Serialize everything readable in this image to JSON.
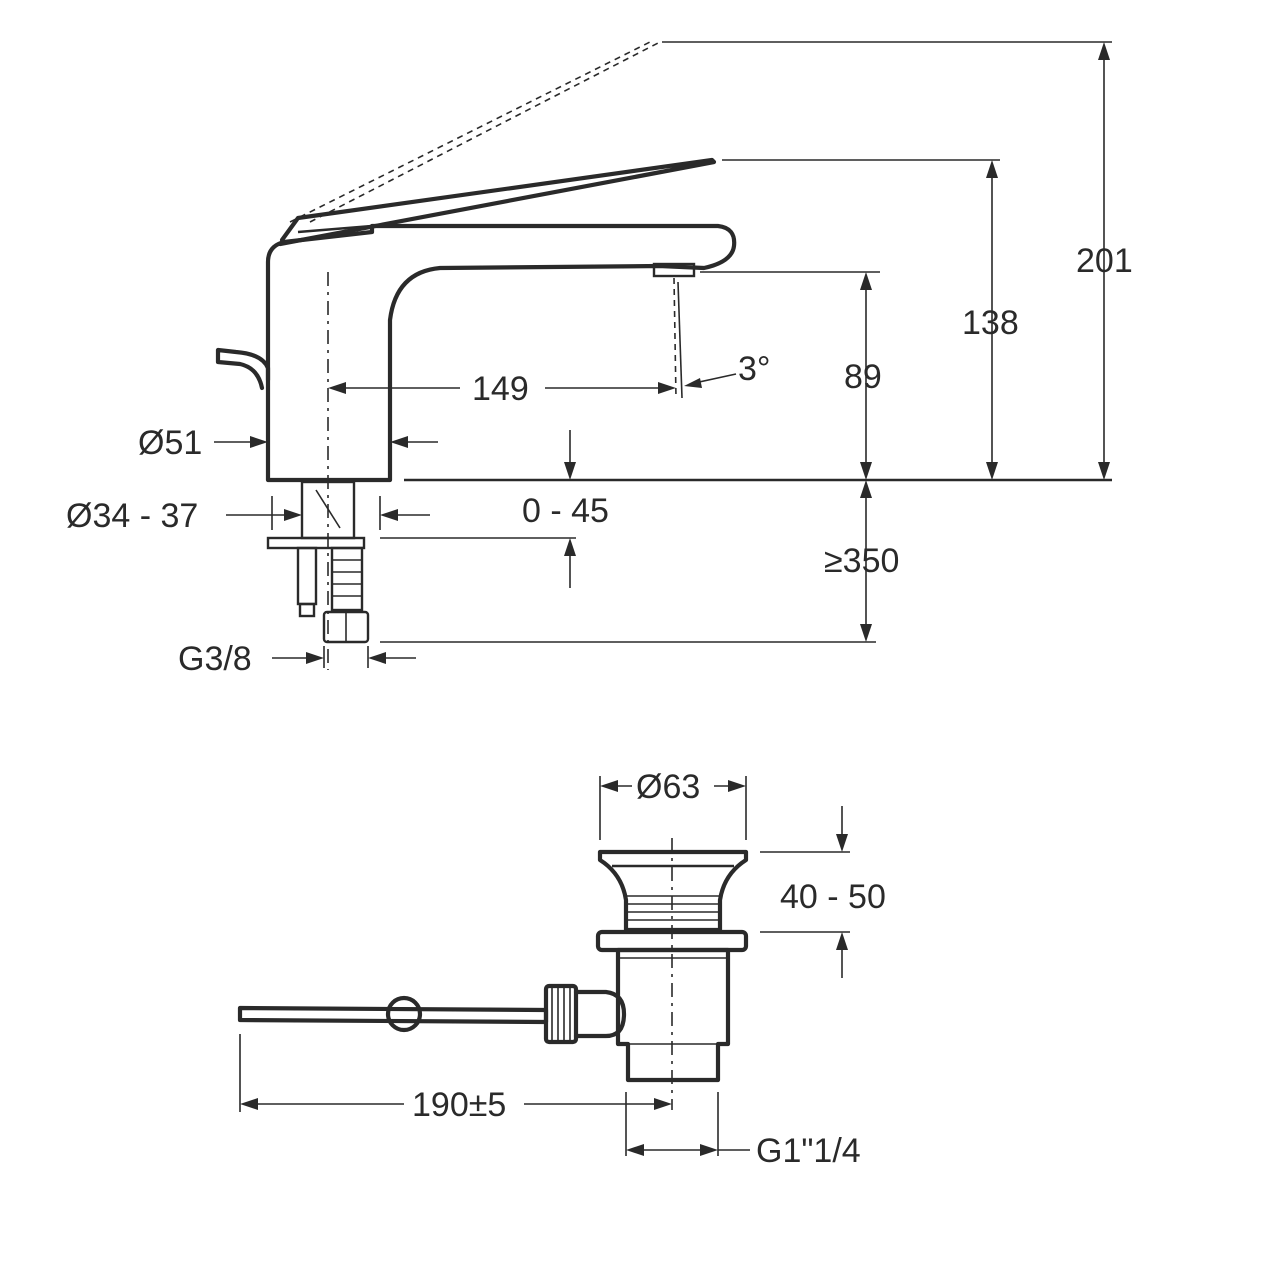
{
  "diagram": {
    "faucet": {
      "total_height": "201",
      "lever_height": "138",
      "spout_height": "89",
      "spout_reach": "149",
      "spout_angle": "3°",
      "body_diameter": "Ø51",
      "hole_diameter": "Ø34 - 37",
      "deck_thickness": "0 - 45",
      "hose_length": "≥350",
      "connection_thread": "G3/8"
    },
    "waste": {
      "flange_diameter": "Ø63",
      "basin_thickness": "40 - 50",
      "rod_length": "190±5",
      "drain_thread": "G1\"1/4"
    }
  }
}
